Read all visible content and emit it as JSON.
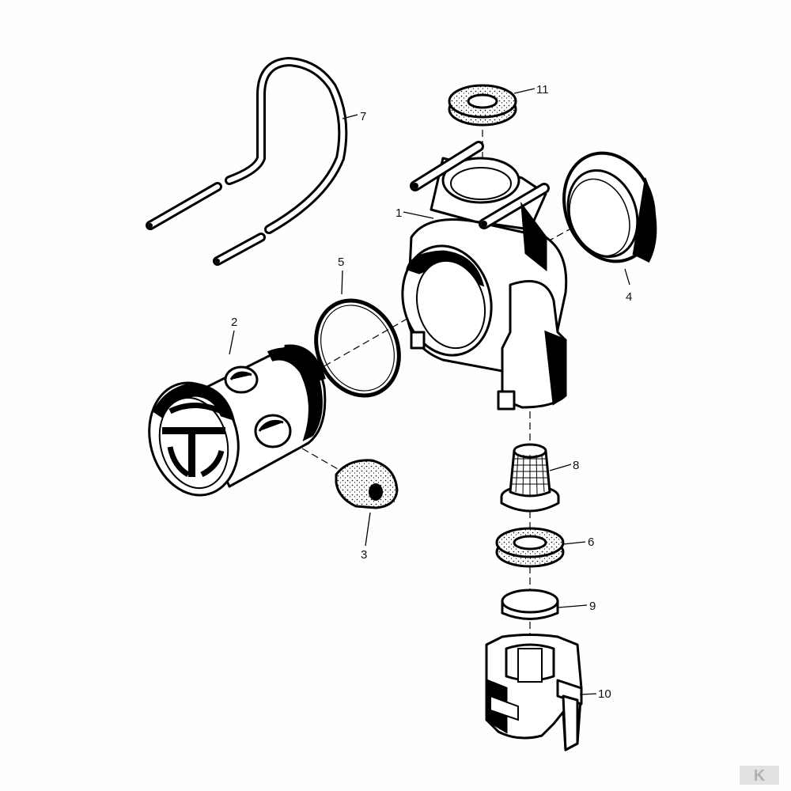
{
  "callouts": {
    "c1": "1",
    "c2": "2",
    "c3": "3",
    "c4": "4",
    "c5": "5",
    "c6": "6",
    "c7": "7",
    "c8": "8",
    "c9": "9",
    "c10": "10",
    "c11": "11"
  },
  "parts": [
    {
      "callout": "1",
      "icon": "valve-body-icon"
    },
    {
      "callout": "2",
      "icon": "valve-cartridge-icon"
    },
    {
      "callout": "3",
      "icon": "ball-seal-icon"
    },
    {
      "callout": "4",
      "icon": "clamp-ring-icon"
    },
    {
      "callout": "5",
      "icon": "o-ring-icon"
    },
    {
      "callout": "6",
      "icon": "washer-icon"
    },
    {
      "callout": "7",
      "icon": "retaining-clip-icon"
    },
    {
      "callout": "8",
      "icon": "filter-strainer-icon"
    },
    {
      "callout": "9",
      "icon": "disc-icon"
    },
    {
      "callout": "10",
      "icon": "nozzle-cap-icon"
    },
    {
      "callout": "11",
      "icon": "top-washer-icon"
    }
  ],
  "watermark": {
    "text": "K",
    "color": "#c8c8c8"
  },
  "colors": {
    "ink": "#000000",
    "paper": "#fefefe"
  }
}
